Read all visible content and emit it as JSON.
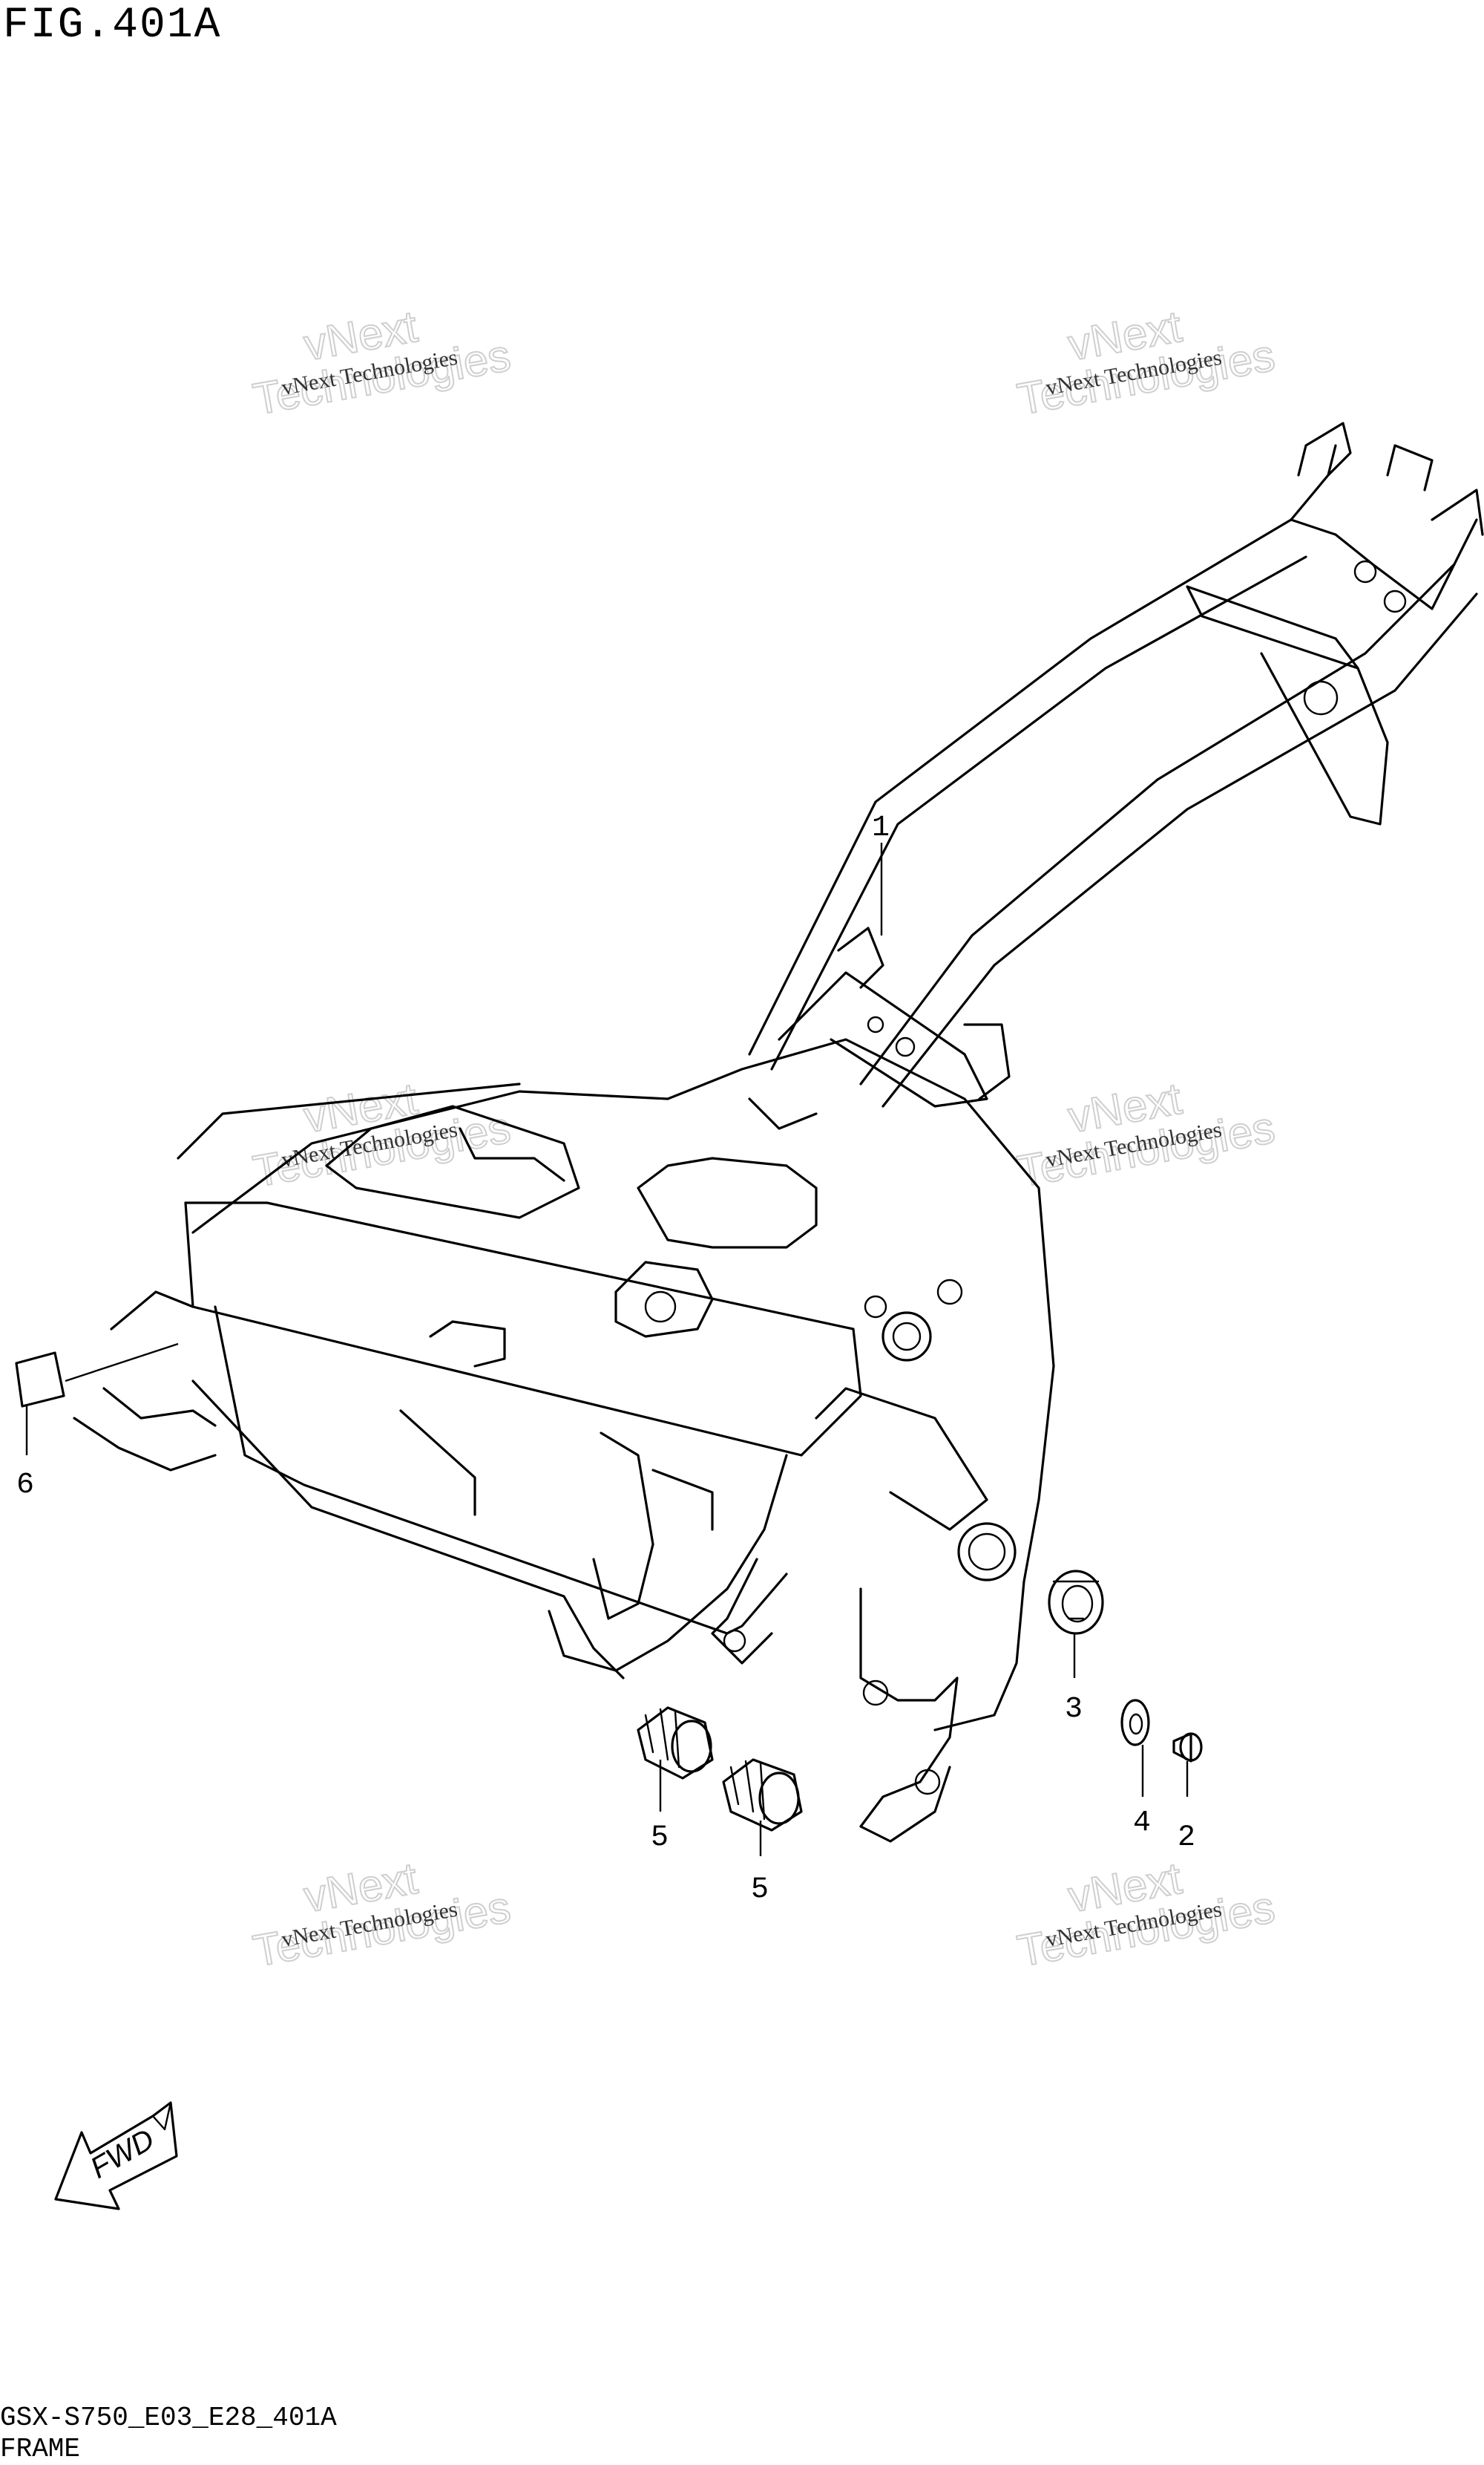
{
  "figure": {
    "title": "FIG.401A",
    "code": "GSX-S750_E03_E28_401A",
    "section": "FRAME"
  },
  "watermark": {
    "line1": "vNext Technologies",
    "line2_a": "vNext",
    "line2_b": "Technologies"
  },
  "callouts": [
    {
      "id": "1",
      "label": "1"
    },
    {
      "id": "2",
      "label": "2"
    },
    {
      "id": "3",
      "label": "3"
    },
    {
      "id": "4",
      "label": "4"
    },
    {
      "id": "5a",
      "label": "5"
    },
    {
      "id": "5b",
      "label": "5"
    },
    {
      "id": "6",
      "label": "6"
    }
  ],
  "direction_arrow": {
    "label": "FWD"
  }
}
